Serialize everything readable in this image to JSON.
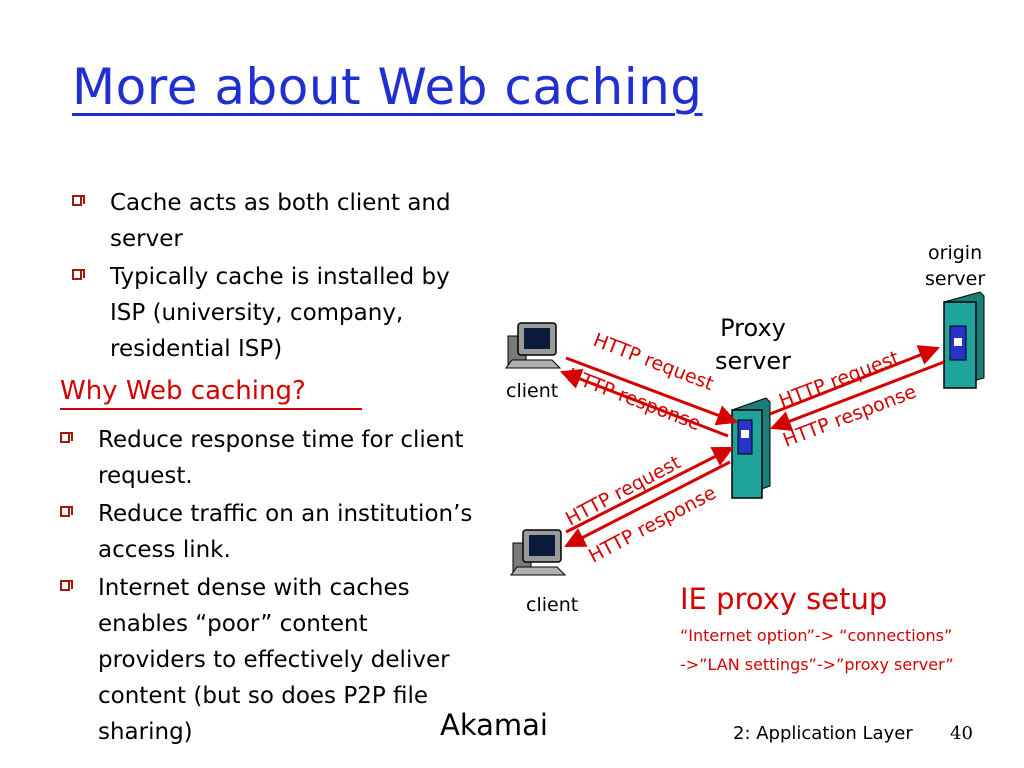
{
  "title": "More about Web caching",
  "bullets_top": [
    "Cache acts as both client and server",
    "Typically cache is installed by ISP (university, company, residential ISP)"
  ],
  "why_heading": "Why Web caching?",
  "bullets_why": [
    "Reduce response time for client request.",
    "Reduce traffic on an institution’s access link.",
    "Internet dense with caches enables “poor” content providers to effectively deliver content (but so does P2P file sharing)"
  ],
  "diagram": {
    "client_top_label": "client",
    "client_bottom_label": "client",
    "proxy_label_line1": "Proxy",
    "proxy_label_line2": "server",
    "origin_label_line1": "origin",
    "origin_label_line2": "server",
    "http_request": "HTTP request",
    "http_response": "HTTP response",
    "arrow_color": "#d40000",
    "server_color": "#1fa39a",
    "server_light_color": "#5cc7c0",
    "icon_names": [
      "computer-icon",
      "proxy-server-icon",
      "origin-server-icon"
    ]
  },
  "ie_proxy": {
    "title": "IE proxy setup",
    "line1": "“Internet option”-> “connections”",
    "line2": "->”LAN settings”->”proxy server”"
  },
  "akamai": "Akamai",
  "footer": "2: Application Layer",
  "page_number": "40"
}
